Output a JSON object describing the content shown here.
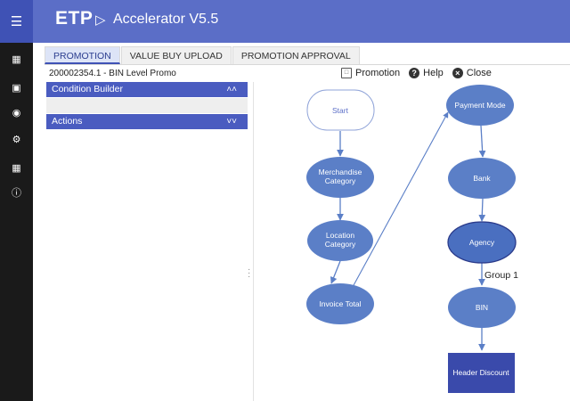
{
  "header": {
    "brand": "ETP",
    "app_title": "Accelerator V5.5",
    "colors": {
      "primary": "#5b6ec7",
      "dark": "#3f52b5",
      "sidebar": "#1a1a1a"
    }
  },
  "sidebar": {
    "icons": [
      "hamburger-icon",
      "grid-icon",
      "briefcase-icon",
      "users-icon",
      "gears-icon",
      "table-icon",
      "info-icon"
    ]
  },
  "tabs": [
    {
      "label": "PROMOTION",
      "active": true
    },
    {
      "label": "VALUE BUY UPLOAD",
      "active": false
    },
    {
      "label": "PROMOTION APPROVAL",
      "active": false
    }
  ],
  "record_id": "200002354.1 - BIN Level Promo",
  "toolbar": {
    "promotion": "Promotion",
    "help": "Help",
    "close": "Close"
  },
  "panels": {
    "condition_builder": "Condition Builder",
    "actions": "Actions"
  },
  "flow": {
    "nodes": {
      "start": [
        "Start"
      ],
      "merch": [
        "Merchandise",
        "Category"
      ],
      "location": [
        "Location",
        "Category"
      ],
      "invoice": [
        "Invoice Total"
      ],
      "payment": [
        "Payment Mode"
      ],
      "bank": [
        "Bank"
      ],
      "agency": [
        "Agency"
      ],
      "bin": [
        "BIN"
      ],
      "header_discount": [
        "Header Discount"
      ]
    },
    "group_label": "Group 1",
    "colors": {
      "node": "#5b7fc7",
      "agency": "#4a6fc0",
      "header": "#3a4aab",
      "edge": "#5b7fc7"
    }
  }
}
